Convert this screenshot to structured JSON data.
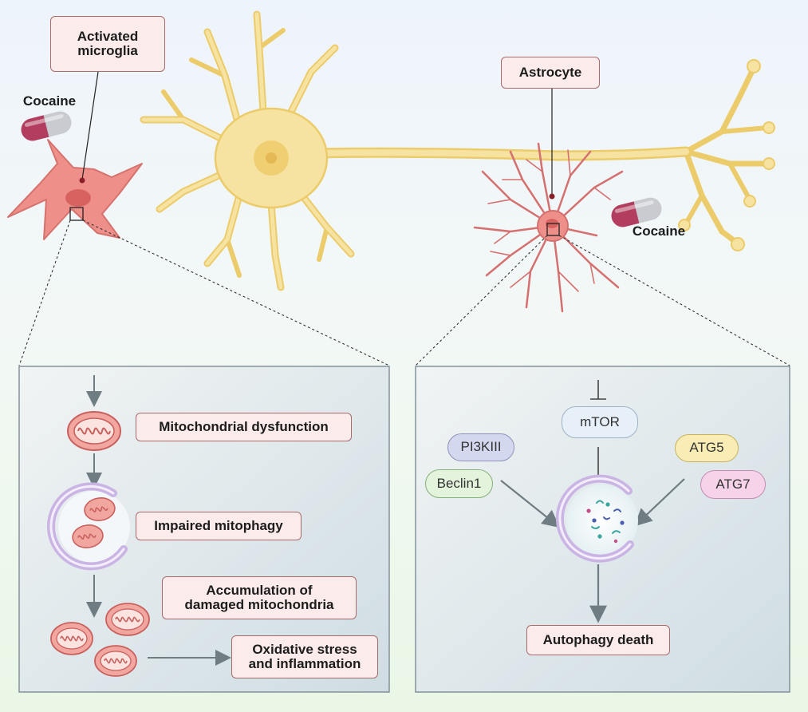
{
  "labels": {
    "activated_microglia": "Activated\nmicroglia",
    "astrocyte": "Astrocyte",
    "cocaine_left": "Cocaine",
    "cocaine_right": "Cocaine"
  },
  "left_panel": {
    "mito_dysfunction": "Mitochondrial dysfunction",
    "impaired_mitophagy": "Impaired mitophagy",
    "accumulation": "Accumulation of\ndamaged mitochondria",
    "oxidative": "Oxidative stress\nand inflammation"
  },
  "right_panel": {
    "mtor": "mTOR",
    "pi3kiii": "PI3KIII",
    "beclin1": "Beclin1",
    "atg5": "ATG5",
    "atg7": "ATG7",
    "autophagy_death": "Autophagy death"
  },
  "colors": {
    "neuron": "#f7e3a1",
    "microglia": "#ef8f8a",
    "label_fill": "#fbeceb",
    "pi3kiii": "#d4d8ee",
    "beclin1": "#e3f3dc",
    "atg5": "#f9edb5",
    "atg7": "#f7d3ea",
    "mtor": "#e7eff8"
  }
}
